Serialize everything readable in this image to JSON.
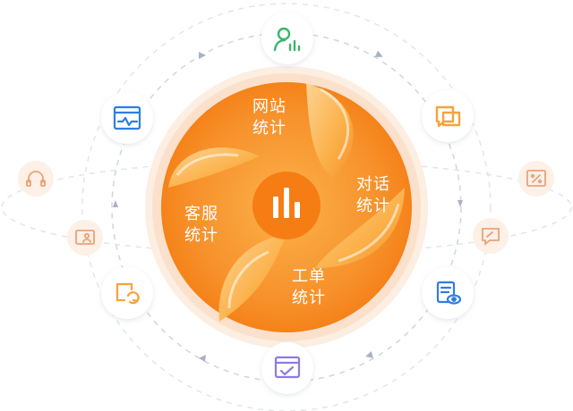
{
  "diagram": {
    "segments": [
      {
        "id": "site",
        "line1": "网站",
        "line2": "统计"
      },
      {
        "id": "dialog",
        "line1": "对话",
        "line2": "统计"
      },
      {
        "id": "ticket",
        "line1": "工单",
        "line2": "统计"
      },
      {
        "id": "agent",
        "line1": "客服",
        "line2": "统计"
      }
    ],
    "center_icon": "bar-chart-icon",
    "orbit_icons": [
      "user-stats-icon",
      "chat-window-icon",
      "document-view-icon",
      "browser-check-icon",
      "refresh-window-icon",
      "waveform-window-icon"
    ],
    "outer_icons": [
      "headset-icon",
      "id-card-icon",
      "percent-window-icon",
      "chat-edit-icon"
    ],
    "colors": {
      "orange_dark": "#f47c12",
      "orange_light": "#fbb24a",
      "halo": "#fde7d6",
      "orbit_line": "#d8dde6",
      "icon_green": "#3bb56a",
      "icon_orange": "#f7a23b",
      "icon_blue": "#2d7ee0",
      "icon_purple": "#8b7ce6",
      "icon_red": "#e96b5b"
    }
  }
}
